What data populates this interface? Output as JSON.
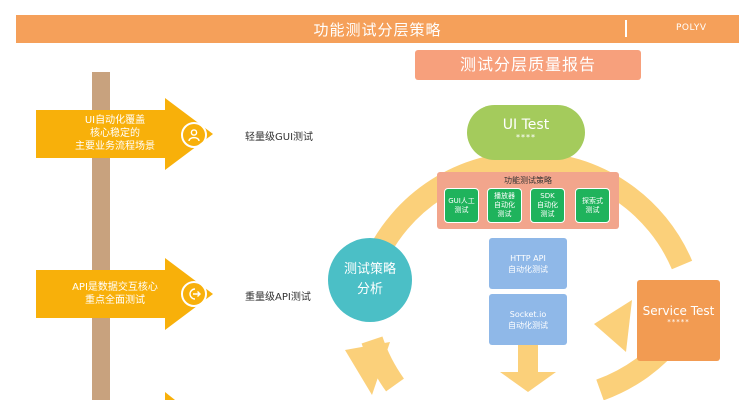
{
  "header": {
    "title": "功能测试分层策略",
    "brand": "POLYV"
  },
  "left": {
    "items": [
      {
        "text": [
          "UI自动化覆盖",
          "核心稳定的",
          "主要业务流程场景"
        ],
        "icon": "user-icon",
        "side": "轻量级GUI测试"
      },
      {
        "text": [
          "API是数据交互核心",
          "重点全面测试"
        ],
        "icon": "exit-icon",
        "side": "重量级API测试"
      }
    ]
  },
  "right": {
    "report_title": "测试分层质量报告",
    "ui_test": {
      "title": "UI Test",
      "stars": "****"
    },
    "strategy": {
      "title": "功能测试策略",
      "items": [
        [
          "GUI人工",
          "测试"
        ],
        [
          "播放器",
          "自动化",
          "测试"
        ],
        [
          "SDK",
          "自动化",
          "测试"
        ],
        [
          "探索式",
          "测试"
        ]
      ]
    },
    "http_api": [
      "HTTP API",
      "自动化测试"
    ],
    "socket_io": [
      "Socket.io",
      "自动化测试"
    ],
    "analysis": [
      "测试策略",
      "分析"
    ],
    "service_test": {
      "title": "Service Test",
      "stars": "*****"
    }
  },
  "colors": {
    "header": "#f5a05a",
    "left_arrow": "#f8b00a",
    "pole": "#c8a27e",
    "ring": "#fbd07a",
    "report_box": "#f7a07c",
    "ui_pill": "#a4cb5c",
    "strategy_box": "#f2a58c",
    "green_box": "#1fb35c",
    "blue_box": "#8fb8e8",
    "teal_circle": "#4bbfc6",
    "service_box": "#f29b52"
  }
}
